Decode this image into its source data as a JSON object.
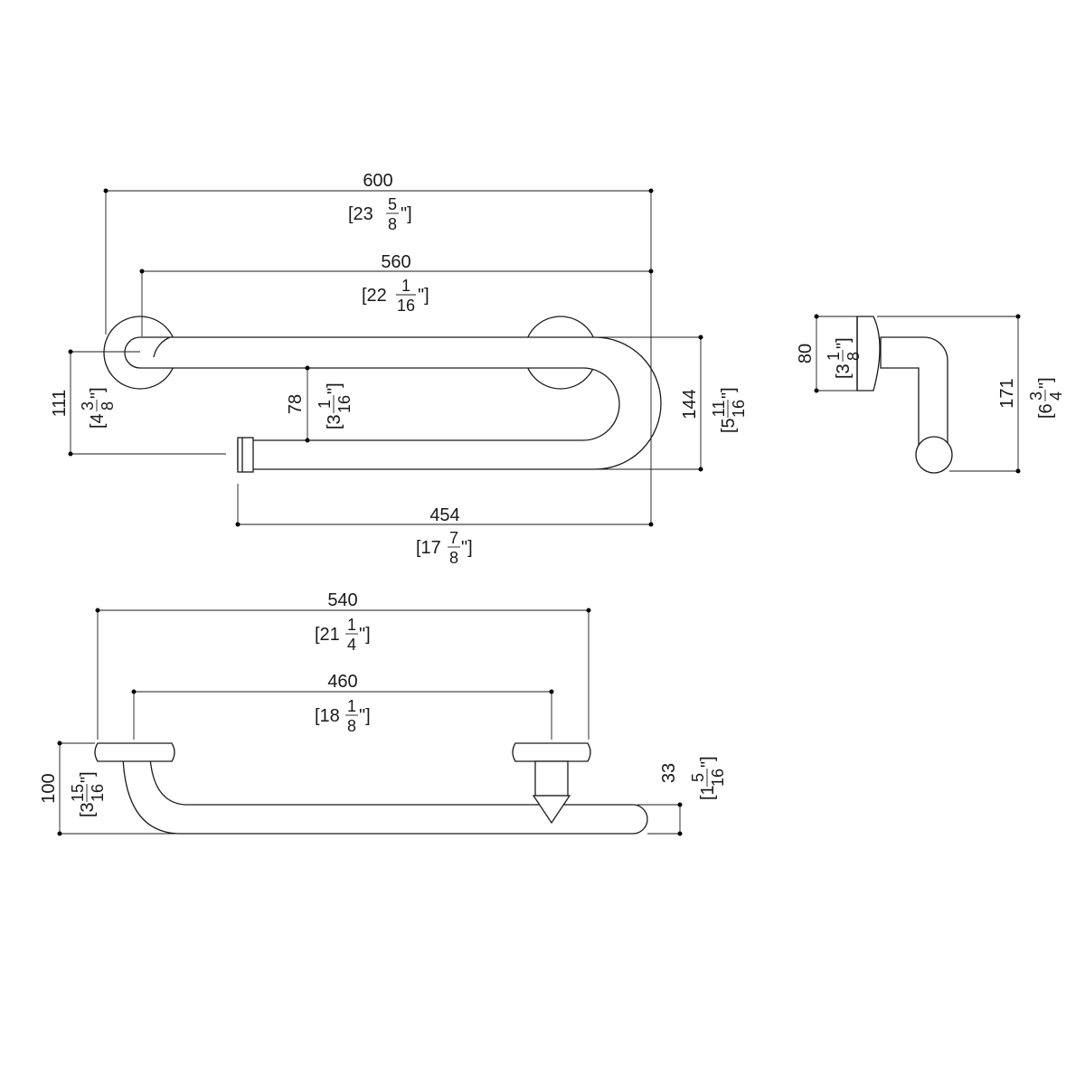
{
  "dims": {
    "d600": {
      "mm": "600",
      "in": {
        "open": "[23",
        "num": "5",
        "den": "8",
        "close": "\"]"
      }
    },
    "d560": {
      "mm": "560",
      "in": {
        "open": "[22",
        "num": "1",
        "den": "16",
        "close": "\"]"
      }
    },
    "d454": {
      "mm": "454",
      "in": {
        "open": "[17",
        "num": "7",
        "den": "8",
        "close": "\"]"
      }
    },
    "d111": {
      "mm": "111",
      "in": {
        "open": "[4",
        "num": "3",
        "den": "8",
        "close": "\"]"
      }
    },
    "d78": {
      "mm": "78",
      "in": {
        "open": "[3",
        "num": "1",
        "den": "16",
        "close": "\"]"
      }
    },
    "d144": {
      "mm": "144",
      "in": {
        "open": "[5",
        "num": "11",
        "den": "16",
        "close": "\"]"
      }
    },
    "d80": {
      "mm": "80",
      "in": {
        "open": "[3",
        "num": "1",
        "den": "8",
        "close": "\"]"
      }
    },
    "d171": {
      "mm": "171",
      "in": {
        "open": "[6",
        "num": "3",
        "den": "4",
        "close": "\"]"
      }
    },
    "d540": {
      "mm": "540",
      "in": {
        "open": "[21",
        "num": "1",
        "den": "4",
        "close": "\"]"
      }
    },
    "d460": {
      "mm": "460",
      "in": {
        "open": "[18",
        "num": "1",
        "den": "8",
        "close": "\"]"
      }
    },
    "d100": {
      "mm": "100",
      "in": {
        "open": "[3",
        "num": "15",
        "den": "16",
        "close": "\"]"
      }
    },
    "d33": {
      "mm": "33",
      "in": {
        "open": "[1",
        "num": "5",
        "den": "16",
        "close": "\"]"
      }
    }
  }
}
